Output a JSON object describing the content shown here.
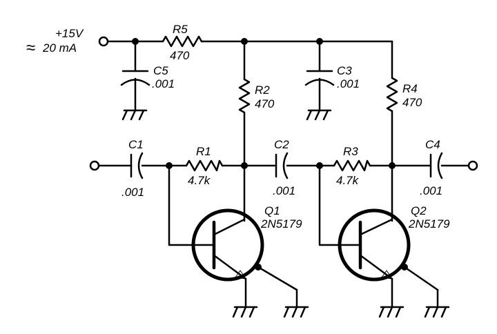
{
  "supply": {
    "voltage": "+15V",
    "current": "20 mA",
    "approx_symbol": "≈"
  },
  "components": {
    "r5": {
      "ref": "R5",
      "value": "470"
    },
    "c5": {
      "ref": "C5",
      "value": ".001"
    },
    "r2": {
      "ref": "R2",
      "value": "470"
    },
    "c3": {
      "ref": "C3",
      "value": ".001"
    },
    "r4": {
      "ref": "R4",
      "value": "470"
    },
    "c1": {
      "ref": "C1",
      "value": ".001"
    },
    "r1": {
      "ref": "R1",
      "value": "4.7k"
    },
    "c2": {
      "ref": "C2",
      "value": ".001"
    },
    "r3": {
      "ref": "R3",
      "value": "4.7k"
    },
    "c4": {
      "ref": "C4",
      "value": ".001"
    },
    "q1": {
      "ref": "Q1",
      "part": "2N5179"
    },
    "q2": {
      "ref": "Q2",
      "part": "2N5179"
    }
  }
}
